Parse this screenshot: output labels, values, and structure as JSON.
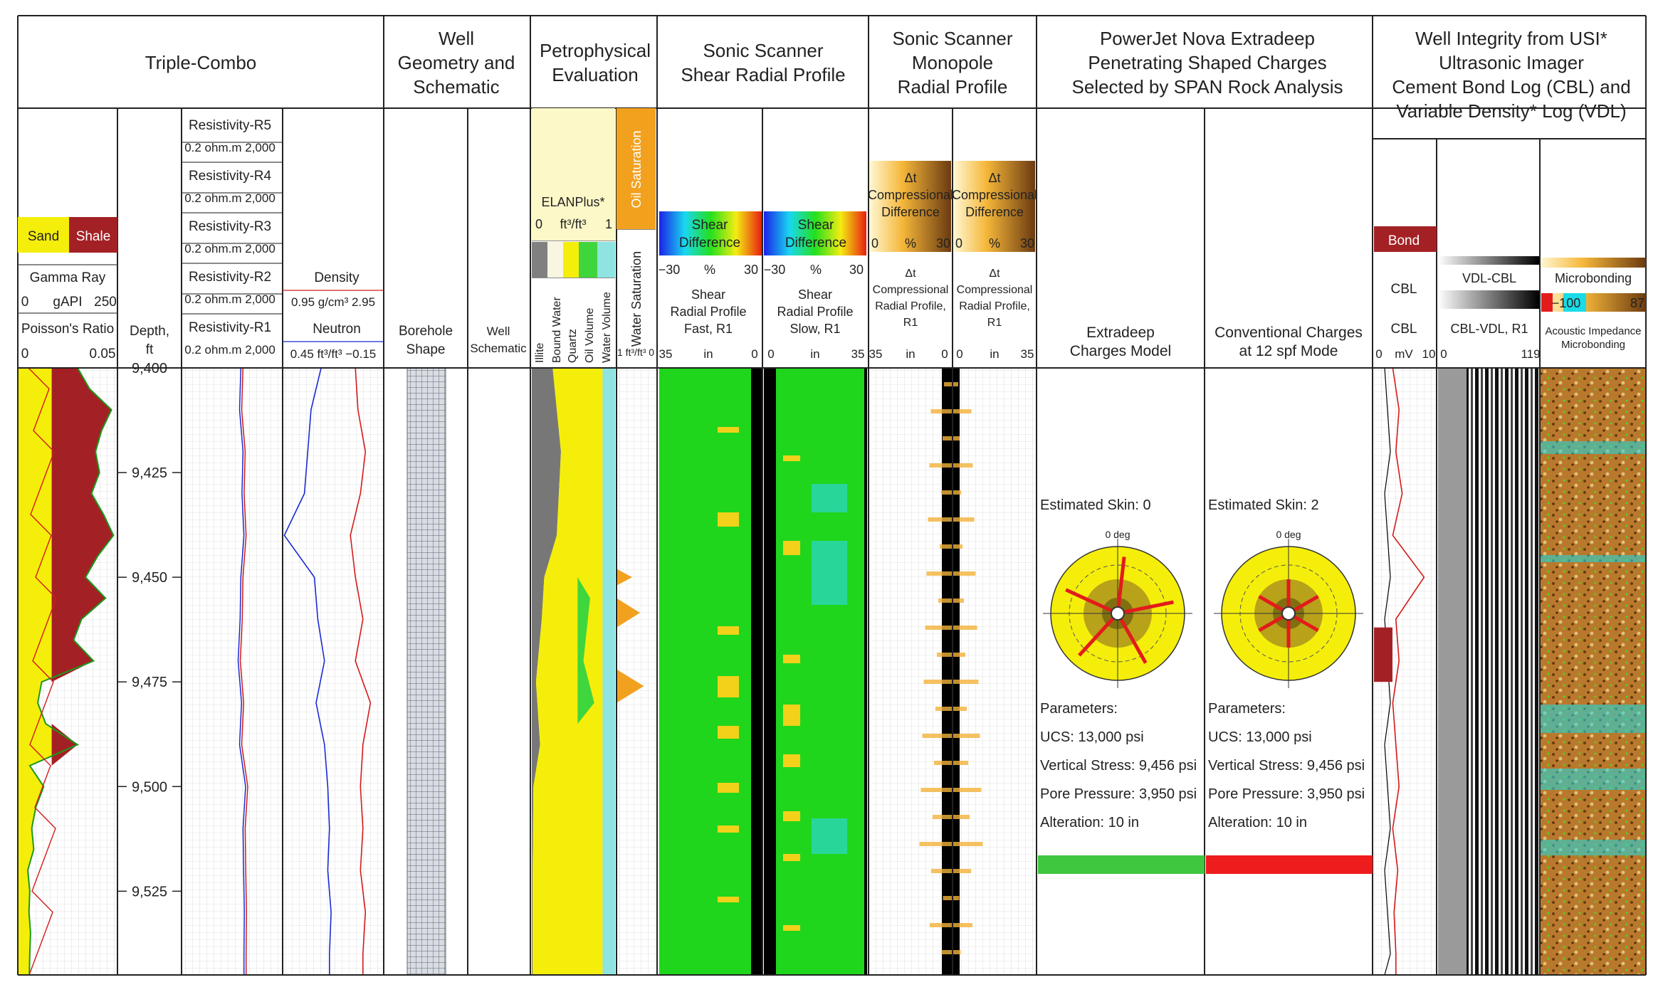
{
  "sections": {
    "triple_combo": "Triple-Combo",
    "well_geometry": [
      "Well",
      "Geometry and",
      "Schematic"
    ],
    "petrophysical": [
      "Petrophysical",
      "Evaluation"
    ],
    "sonic_shear": [
      "Sonic Scanner",
      "Shear Radial Profile"
    ],
    "sonic_mono": [
      "Sonic Scanner",
      "Monopole",
      "Radial Profile"
    ],
    "powerjet": [
      "PowerJet Nova Extradeep",
      "Penetrating Shaped Charges",
      "Selected by SPAN Rock Analysis"
    ],
    "well_integrity": [
      "Well Integrity from USI*",
      "Ultrasonic Imager",
      "Cement Bond Log (CBL) and",
      "Variable Density* Log (VDL)"
    ]
  },
  "headers": {
    "sand": "Sand",
    "shale": "Shale",
    "gamma_ray": "Gamma Ray",
    "gr_scale": [
      "0",
      "gAPI",
      "250"
    ],
    "poisson": "Poisson's Ratio",
    "poisson_scale": [
      "0",
      "0.05"
    ],
    "depth": [
      "Depth,",
      "ft"
    ],
    "resistivity": [
      "Resistivity-R5",
      "Resistivity-R4",
      "Resistivity-R3",
      "Resistivity-R2",
      "Resistivity-R1"
    ],
    "res_scale": "0.2 ohm.m 2,000",
    "density": "Density",
    "density_scale": "0.95  g/cm³  2.95",
    "neutron": "Neutron",
    "neutron_scale": "0.45  ft³/ft³ −0.15",
    "borehole_shape": [
      "Borehole",
      "Shape"
    ],
    "well_schematic": [
      "Well",
      "Schematic"
    ],
    "elan": "ELANPlus*",
    "elan_scale": [
      "0",
      "ft³/ft³",
      "1"
    ],
    "elan_tracks": [
      "Illite",
      "Bound Water",
      "Quartz",
      "Oil Volume",
      "Water Volume"
    ],
    "oil_sat": "Oil Saturation",
    "water_sat": "Water Saturation",
    "sat_scale": "1 ft³/ft³ 0",
    "shear_diff": [
      "Shear",
      "Difference"
    ],
    "shear_scale": [
      "−30",
      "%",
      "30"
    ],
    "shear_fast": [
      "Shear",
      "Radial Profile",
      "Fast, R1"
    ],
    "shear_slow": [
      "Shear",
      "Radial Profile",
      "Slow, R1"
    ],
    "shear_in_fast": [
      "35",
      "in",
      "0"
    ],
    "shear_in_slow": [
      "0",
      "in",
      "35"
    ],
    "comp_diff": [
      "Δt",
      "Compressional",
      "Difference"
    ],
    "comp_scale": [
      "0",
      "%",
      "30"
    ],
    "comp_profile": [
      "Δt",
      "Compressional",
      "Radial Profile,",
      "R1"
    ],
    "comp_in_left": [
      "35",
      "in",
      "0"
    ],
    "comp_in_right": [
      "0",
      "in",
      "35"
    ],
    "extradeep_model": [
      "Extradeep",
      "Charges Model"
    ],
    "conventional": [
      "Conventional Charges",
      "at 12 spf Mode"
    ],
    "bond": "Bond",
    "cbl": "CBL",
    "cbl_scale": [
      "0",
      "mV",
      "10"
    ],
    "vdl_cbl": "VDL-CBL",
    "cbl_vdl": "CBL-VDL, R1",
    "vdl_scale": [
      "0",
      "119"
    ],
    "microbonding": "Microbonding",
    "micro_scale": [
      "−100",
      "87"
    ],
    "acoustic": [
      "Acoustic Impedance",
      "Microbonding"
    ]
  },
  "charges": [
    {
      "skin": "Estimated Skin: 0",
      "zero": "0 deg",
      "params": [
        "Parameters:",
        "UCS: 13,000 psi",
        "Vertical Stress: 9,456 psi",
        "Pore Pressure: 3,950 psi",
        "Alteration: 10 in"
      ],
      "bar_color": "#3fc73f"
    },
    {
      "skin": "Estimated Skin: 2",
      "zero": "0 deg",
      "params": [
        "Parameters:",
        "UCS: 13,000 psi",
        "Vertical Stress: 9,456 psi",
        "Pore Pressure: 3,950 psi",
        "Alteration: 10 in"
      ],
      "bar_color": "#ee1c1c"
    }
  ],
  "colors": {
    "sand": "#f5ee0a",
    "shale": "#a32125",
    "oil": "#f2a11f",
    "green": "#20d81c",
    "black": "#000000"
  },
  "chart_data": {
    "type": "line",
    "depth_axis": {
      "label": "Depth, ft",
      "range": [
        9400,
        9545
      ],
      "ticks": [
        "9,400",
        "9,425",
        "9,450",
        "9,475",
        "9,500",
        "9,525"
      ],
      "tick_values": [
        9400,
        9425,
        9450,
        9475,
        9500,
        9525
      ]
    },
    "gamma_ray": {
      "unit": "gAPI",
      "range": [
        0,
        250
      ],
      "depth": [
        9400,
        9405,
        9410,
        9415,
        9420,
        9425,
        9430,
        9435,
        9440,
        9445,
        9450,
        9455,
        9460,
        9465,
        9470,
        9475,
        9480,
        9485,
        9490,
        9495,
        9500,
        9505,
        9510,
        9515,
        9520,
        9525,
        9530,
        9535,
        9540,
        9545
      ],
      "value": [
        150,
        180,
        235,
        210,
        195,
        205,
        185,
        215,
        240,
        200,
        170,
        220,
        160,
        140,
        190,
        60,
        50,
        70,
        150,
        30,
        65,
        45,
        35,
        40,
        25,
        30,
        28,
        32,
        30,
        29
      ]
    },
    "resistivity": {
      "unit": "ohm.m",
      "range": [
        0.2,
        2000
      ],
      "scale": "log",
      "depth": [
        9400,
        9410,
        9420,
        9430,
        9440,
        9450,
        9460,
        9470,
        9480,
        9490,
        9500,
        9510,
        9520,
        9530,
        9540,
        9545
      ],
      "value": [
        45,
        40,
        55,
        50,
        60,
        45,
        42,
        35,
        48,
        40,
        70,
        55,
        58,
        62,
        60,
        60
      ]
    },
    "density": {
      "unit": "g/cm3",
      "range": [
        0.95,
        2.95
      ],
      "depth": [
        9400,
        9410,
        9420,
        9430,
        9440,
        9450,
        9460,
        9470,
        9480,
        9490,
        9500,
        9510,
        9520,
        9530,
        9540,
        9545
      ],
      "value": [
        2.4,
        2.45,
        2.6,
        2.5,
        2.3,
        2.4,
        2.55,
        2.4,
        2.7,
        2.55,
        2.5,
        2.55,
        2.5,
        2.6,
        2.55,
        2.55
      ]
    },
    "neutron": {
      "unit": "ft3/ft3",
      "range": [
        0.45,
        -0.15
      ],
      "depth": [
        9400,
        9410,
        9420,
        9430,
        9440,
        9450,
        9460,
        9470,
        9480,
        9490,
        9500,
        9510,
        9520,
        9530,
        9540,
        9545
      ],
      "value": [
        0.22,
        0.28,
        0.3,
        0.32,
        0.44,
        0.26,
        0.24,
        0.2,
        0.25,
        0.2,
        0.18,
        0.17,
        0.18,
        0.16,
        0.17,
        0.17
      ]
    },
    "bond_cbl": {
      "unit": "mV",
      "range": [
        0,
        10
      ],
      "depth": [
        9400,
        9410,
        9420,
        9430,
        9440,
        9450,
        9460,
        9470,
        9480,
        9490,
        9500,
        9510,
        9520,
        9530,
        9540,
        9545
      ],
      "value": [
        3,
        4,
        3.5,
        4.5,
        3,
        8,
        3.5,
        4,
        3,
        3.5,
        4,
        3,
        3.8,
        3.2,
        3.5,
        3.5
      ]
    }
  }
}
